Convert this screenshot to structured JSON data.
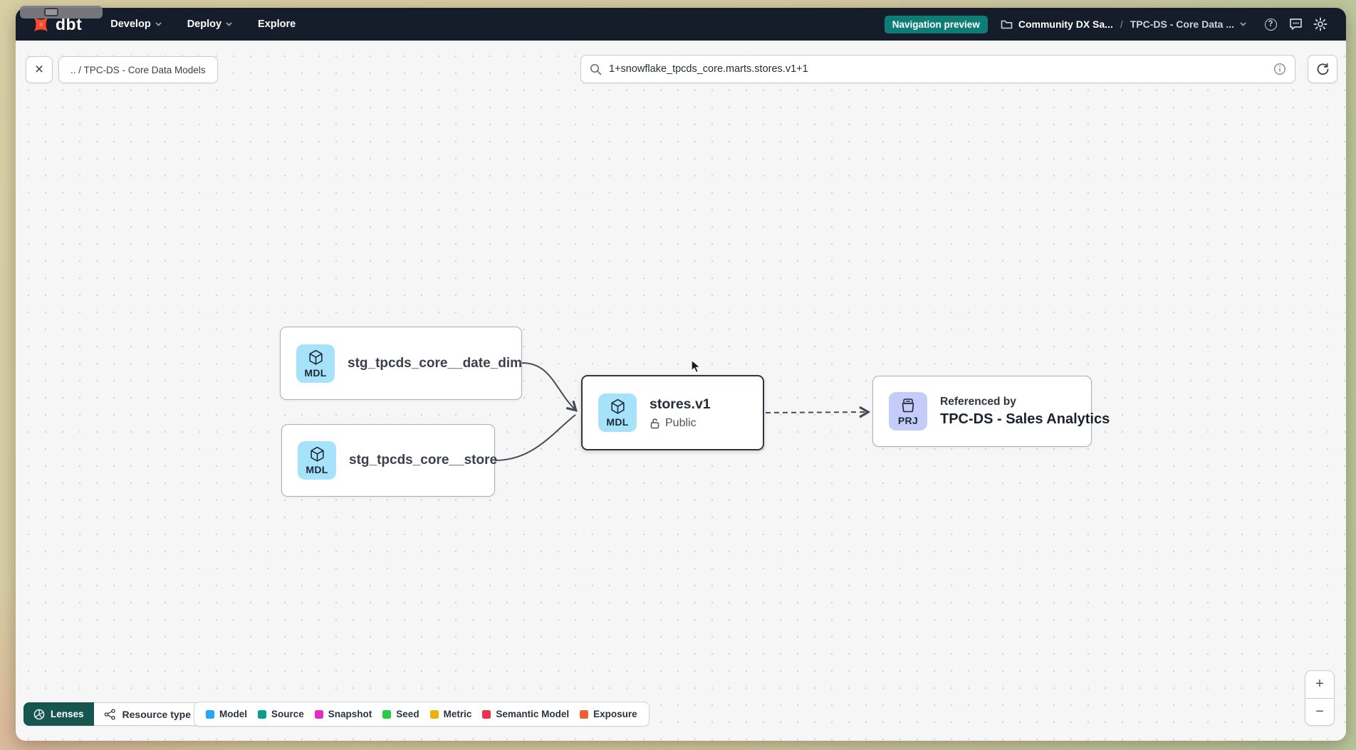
{
  "header": {
    "logo_text": "dbt",
    "nav": [
      {
        "label": "Develop"
      },
      {
        "label": "Deploy"
      },
      {
        "label": "Explore"
      }
    ],
    "preview_badge": "Navigation preview",
    "account": "Community DX Sa...",
    "breadcrumb_separator": "/",
    "project": "TPC-DS - Core Data ...",
    "help_glyph": "?"
  },
  "toolbar": {
    "close_glyph": "×",
    "breadcrumb": ".. / TPC-DS - Core Data Models",
    "search_value": "1+snowflake_tpcds_core.marts.stores.v1+1"
  },
  "graph": {
    "nodes": [
      {
        "badge": "MDL",
        "label": "stg_tpcds_core__date_dim"
      },
      {
        "badge": "MDL",
        "label": "stg_tpcds_core__store"
      },
      {
        "badge": "MDL",
        "label": "stores.v1",
        "access": "Public"
      },
      {
        "badge": "PRJ",
        "caption": "Referenced by",
        "label": "TPC-DS - Sales Analytics"
      }
    ]
  },
  "footer": {
    "lenses_label": "Lenses",
    "resource_type_label": "Resource type",
    "legend": [
      {
        "label": "Model",
        "color": "#2aa4f4"
      },
      {
        "label": "Source",
        "color": "#0f9b8e"
      },
      {
        "label": "Snapshot",
        "color": "#e12fc2"
      },
      {
        "label": "Seed",
        "color": "#2bc948"
      },
      {
        "label": "Metric",
        "color": "#eab308"
      },
      {
        "label": "Semantic Model",
        "color": "#e8344e"
      },
      {
        "label": "Exposure",
        "color": "#ee5f35"
      }
    ]
  },
  "zoom_controls": {
    "zoom_in": "+",
    "zoom_out": "−"
  },
  "colors": {
    "header_bg": "#151c2a",
    "accent_teal": "#0d7d75",
    "brand_orange": "#ff4a2f",
    "model_badge_bg": "#a6e2fa",
    "project_badge_bg": "#c4cdf9",
    "canvas_bg": "#f6f6f7"
  }
}
